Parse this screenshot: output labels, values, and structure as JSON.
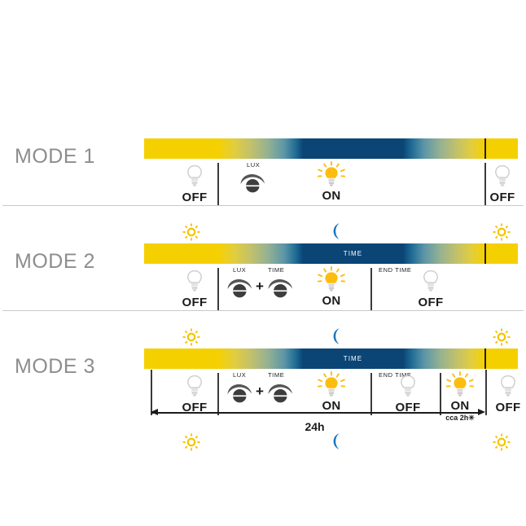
{
  "diagram": {
    "title_hidden": "",
    "colors": {
      "yellow": "#F5D000",
      "blue": "#0A4576",
      "label_gray": "#8d8d8d",
      "text_dark": "#1b1b1b",
      "separator": "#c9c9c9"
    },
    "sky_icons": {
      "sun": "sun-icon",
      "moon": "moon-icon"
    },
    "bar_time_label": "TIME",
    "dimension": {
      "label": "24h",
      "note": "cca 2h✳"
    },
    "modes": [
      {
        "label": "MODE 1",
        "bar_time_label": "",
        "states": [
          {
            "state": "OFF",
            "bulb": "bulb-off-icon",
            "note": ""
          },
          {
            "state": "",
            "bulb": "lux-sensor-icon",
            "note": "",
            "tiny": "LUX"
          },
          {
            "state": "ON",
            "bulb": "bulb-on-icon",
            "note": ""
          },
          {
            "state": "OFF",
            "bulb": "bulb-off-icon",
            "note": ""
          }
        ]
      },
      {
        "label": "MODE 2",
        "bar_time_label": "TIME",
        "states": [
          {
            "state": "OFF",
            "bulb": "bulb-off-icon",
            "note": ""
          },
          {
            "state": "",
            "bulb": "lux-time-sensor-pair",
            "note": "",
            "tiny_a": "LUX",
            "tiny_b": "TIME"
          },
          {
            "state": "ON",
            "bulb": "bulb-on-icon",
            "note": ""
          },
          {
            "state": "OFF",
            "bulb": "bulb-off-icon",
            "note": "",
            "tiny": "END TIME"
          }
        ]
      },
      {
        "label": "MODE 3",
        "bar_time_label": "TIME",
        "states": [
          {
            "state": "OFF",
            "bulb": "bulb-off-icon",
            "note": ""
          },
          {
            "state": "",
            "bulb": "lux-time-sensor-pair",
            "note": "",
            "tiny_a": "LUX",
            "tiny_b": "TIME"
          },
          {
            "state": "ON",
            "bulb": "bulb-on-icon",
            "note": ""
          },
          {
            "state": "OFF",
            "bulb": "bulb-off-icon",
            "note": "",
            "tiny": "END TIME"
          },
          {
            "state": "ON",
            "bulb": "bulb-on-icon",
            "note": "cca 2h✳"
          },
          {
            "state": "OFF",
            "bulb": "bulb-off-icon",
            "note": ""
          }
        ]
      }
    ]
  }
}
